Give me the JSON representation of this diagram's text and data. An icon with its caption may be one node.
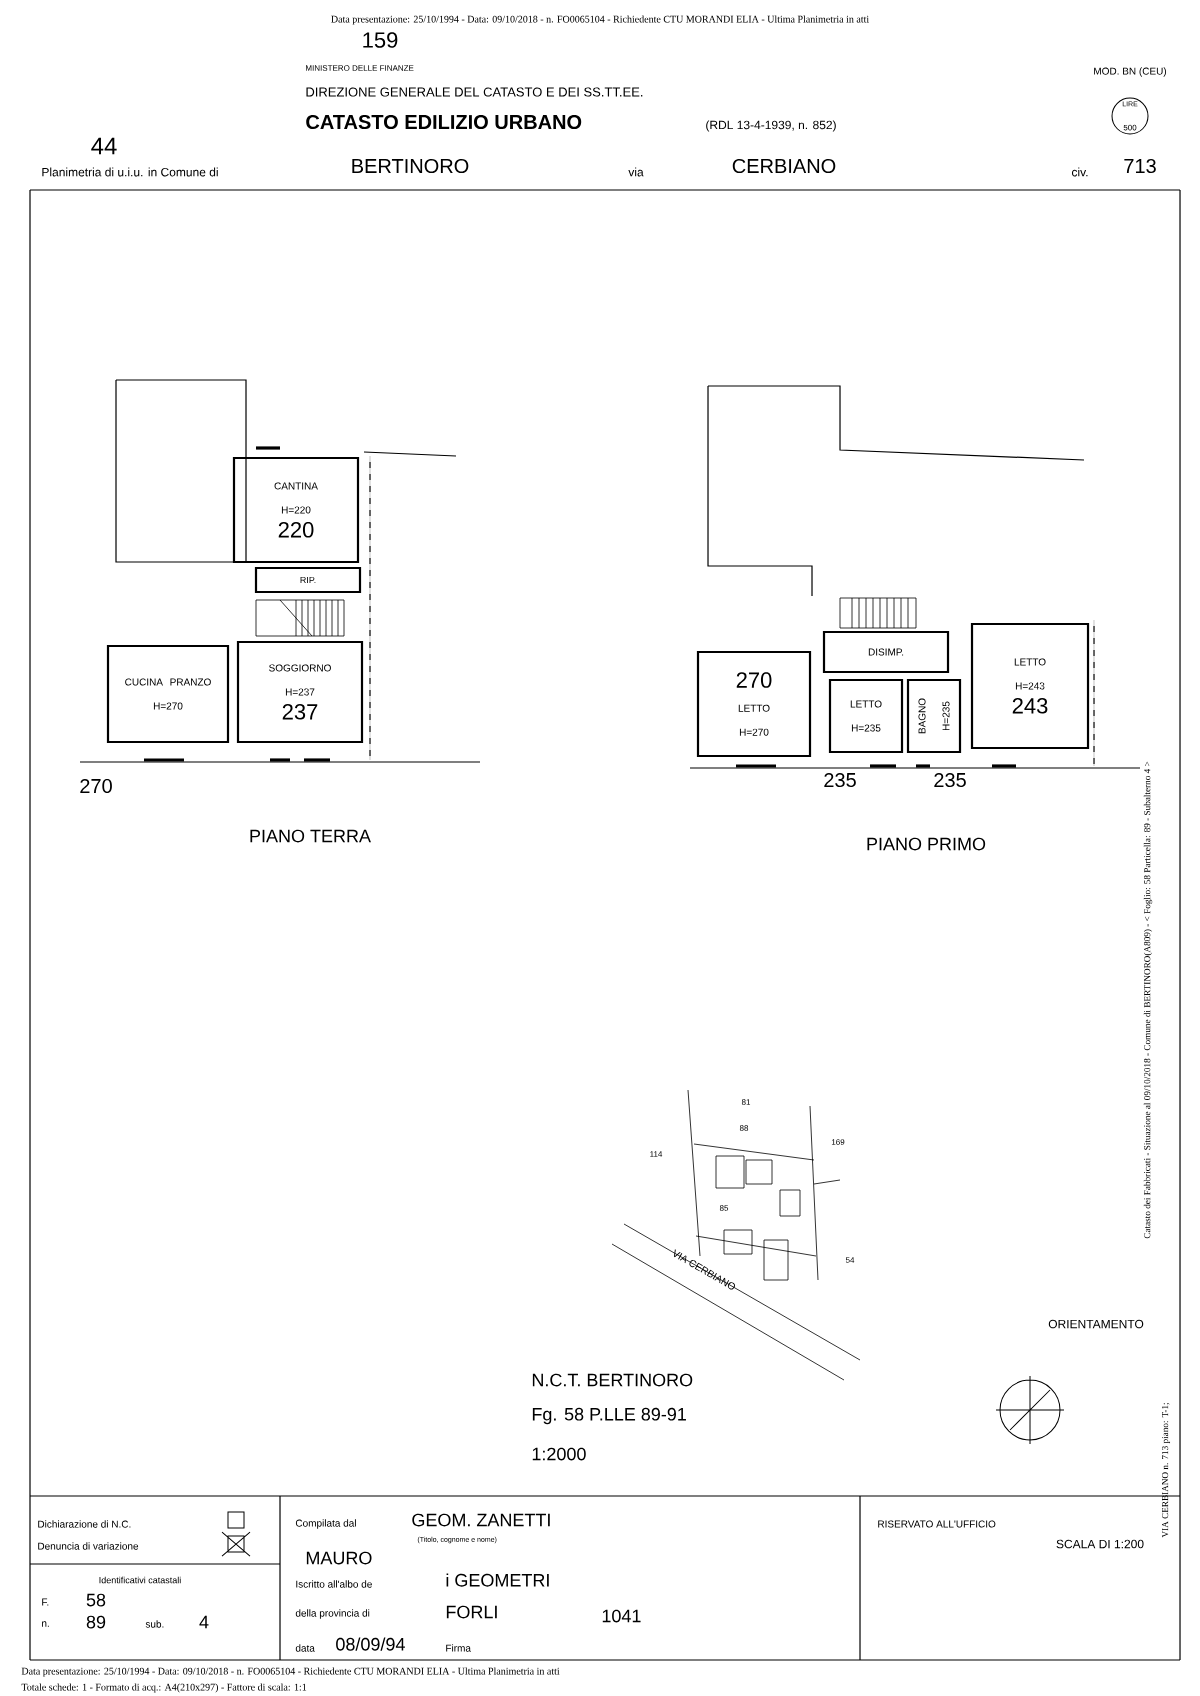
{
  "diagram": {
    "nodes": [
      {
        "text": [
          "LIRE",
          "500"
        ]
      },
      {
        "text": [
          "CANTINA",
          "H=220",
          "220"
        ]
      },
      {
        "text": [
          "RIP."
        ]
      },
      {
        "text": [
          "SOGGIORNO",
          "H=237",
          "237"
        ]
      },
      {
        "text": [
          "CUCINA PRANZO",
          "H=270"
        ]
      },
      {
        "text": [
          "270",
          "LETTO",
          "H=270"
        ]
      },
      {
        "text": [
          "DISIMP."
        ]
      },
      {
        "text": [
          "LETTO",
          "H=235"
        ]
      },
      {
        "text": [
          "BAGNO",
          "H=235"
        ]
      },
      {
        "text": [
          "LETTO",
          "H=243",
          "243"
        ]
      }
    ],
    "labels": [
      "Data presentazione: 25/10/1994 - Data: 09/10/2018 - n. FO0065104 - Richiedente CTU MORANDI ELIA - Ultima Planimetria in atti",
      "159",
      "MINISTERO DELLE FINANZE",
      "DIREZIONE GENERALE DEL CATASTO E DEI SS.TT.EE.",
      "CATASTO EDILIZIO URBANO",
      "(RDL 13-4-1939, n. 852)",
      "MOD. BN (CEU)",
      "44",
      "Planimetria di u.i.u. in Comune di",
      "BERTINORO",
      "via",
      "CERBIANO",
      "civ.",
      "713",
      "270",
      "PIANO TERRA",
      "235",
      "235",
      "PIANO PRIMO",
      "81",
      "88",
      "114",
      "169",
      "85",
      "54",
      "VIA CERBIANO",
      "N.C.T. BERTINORO",
      "Fg. 58 P.LLE 89-91",
      "1:2000",
      "ORIENTAMENTO",
      "SCALA DI 1:200",
      "Catasto dei Fabbricati - Situazione al 09/10/2018 - Comune di BERTINORO(A809) - < Foglio: 58 Particella: 89 - Subalterno 4 >",
      "VIA CERBIANO n. 713 piano: T-1;",
      "Dichiarazione di N.C.",
      "Denuncia di variazione",
      "Identificativi catastali",
      "F.",
      "58",
      "n.",
      "89",
      "sub.",
      "4",
      "Compilata dal",
      "GEOM. ZANETTI",
      "(Titolo, cognome e nome)",
      "MAURO",
      "Iscritto all'albo de",
      "i GEOMETRI",
      "della provincia di",
      "FORLI",
      "1041",
      "data",
      "08/09/94",
      "Firma",
      "RISERVATO ALL'UFFICIO",
      "Data presentazione: 25/10/1994 - Data: 09/10/2018 - n. FO0065104 - Richiedente CTU MORANDI ELIA - Ultima Planimetria in atti",
      "Totale schede: 1 - Formato di acq.: A4(210x297) - Fattore di scala: 1:1"
    ]
  }
}
